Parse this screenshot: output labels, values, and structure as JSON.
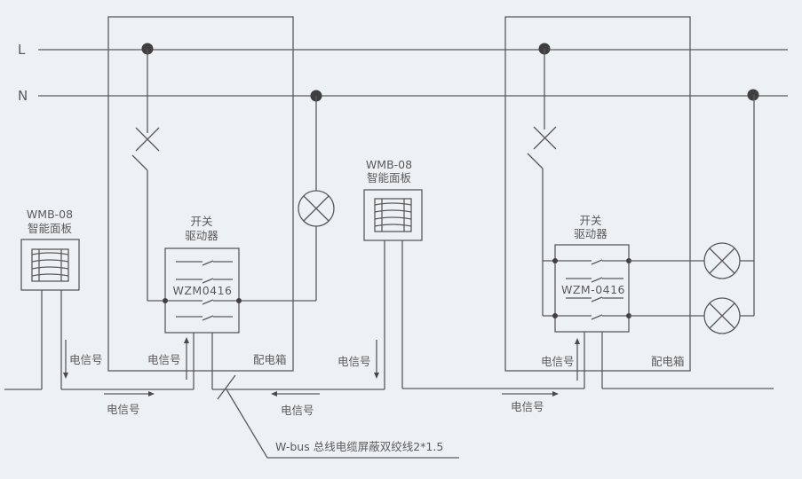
{
  "diagram": {
    "bus_lines": {
      "live": "L",
      "neutral": "N"
    },
    "panels": [
      {
        "model": "WMB-08",
        "name": "智能面板"
      },
      {
        "model": "WMB-08",
        "name": "智能面板"
      }
    ],
    "drivers": [
      {
        "title_line1": "开关",
        "title_line2": "驱动器",
        "model": "WZM0416"
      },
      {
        "title_line1": "开关",
        "title_line2": "驱动器",
        "model": "WZM-0416"
      }
    ],
    "distribution_box_label": "配电箱",
    "signal_label": "电信号",
    "cable_note": "W-bus 总线电缆屏蔽双绞线2*1.5"
  }
}
